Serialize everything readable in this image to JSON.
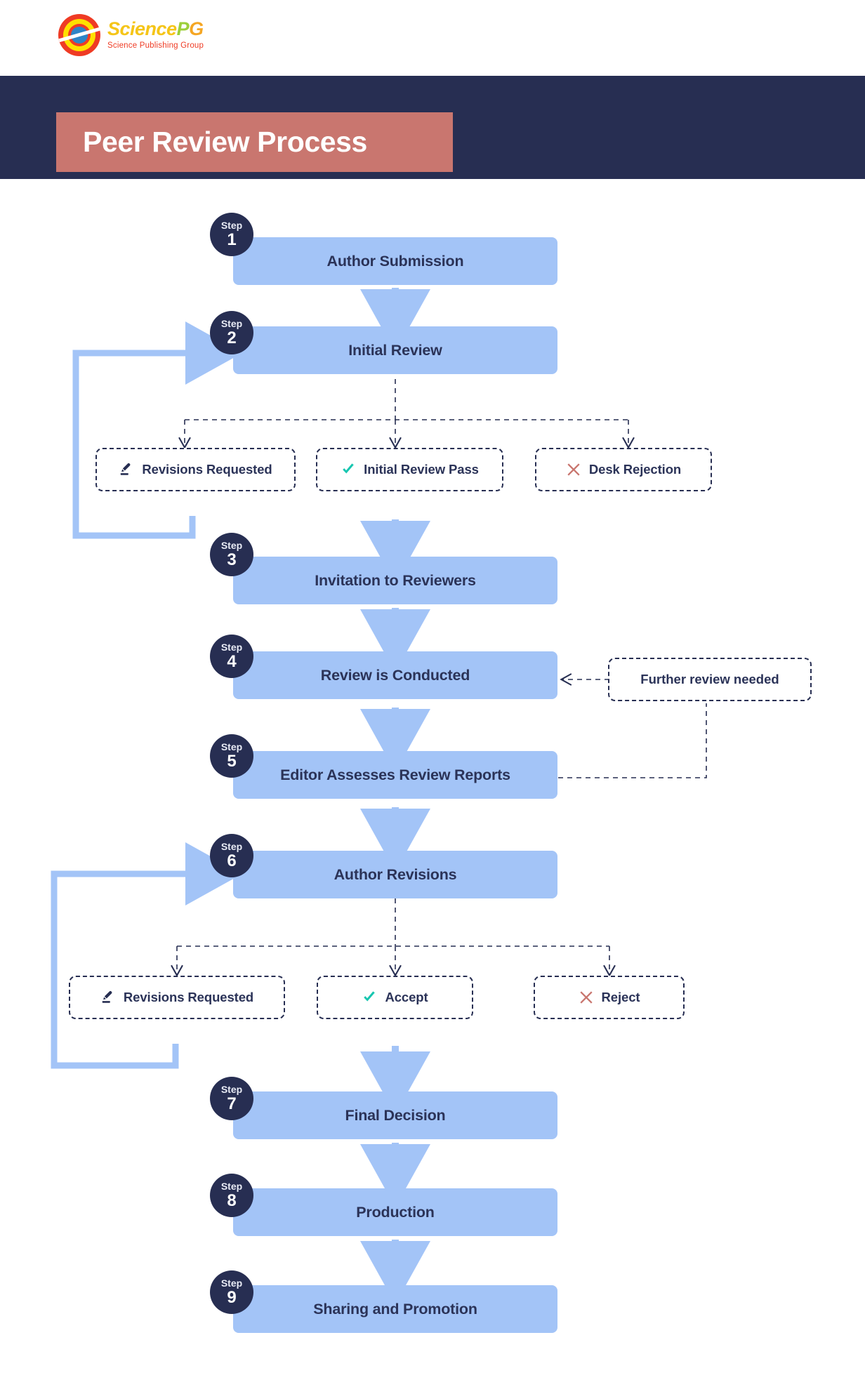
{
  "brand": {
    "name_part1": "Science",
    "name_part2": "P",
    "name_part3": "G",
    "tagline": "Science Publishing Group",
    "logo_icon": "sciencepg-target-logo",
    "colors": {
      "logo_red": "#ef3b24",
      "logo_yellow": "#ffe000",
      "logo_blue": "#2f84c6"
    }
  },
  "header": {
    "title": "Peer Review Process",
    "band_color": "#272e52",
    "chip_color": "#c9766f"
  },
  "theme": {
    "node_fill": "#a3c4f7",
    "node_text": "#2b3358",
    "badge_fill": "#272e52",
    "arrow_blue": "#a3c4f7",
    "dashed_stroke": "#272e52",
    "accept_green": "#17c6b0",
    "reject_red": "#c9766f"
  },
  "flow": {
    "step_word": "Step",
    "steps": [
      {
        "number": "1",
        "label": "Author Submission"
      },
      {
        "number": "2",
        "label": "Initial Review"
      },
      {
        "number": "3",
        "label": "Invitation to Reviewers"
      },
      {
        "number": "4",
        "label": "Review is Conducted"
      },
      {
        "number": "5",
        "label": "Editor Assesses Review Reports"
      },
      {
        "number": "6",
        "label": "Author Revisions"
      },
      {
        "number": "7",
        "label": "Final Decision"
      },
      {
        "number": "8",
        "label": "Production"
      },
      {
        "number": "9",
        "label": "Sharing and Promotion"
      }
    ],
    "decision_row_1": [
      {
        "label": "Revisions Requested",
        "icon": "pencil-icon"
      },
      {
        "label": "Initial Review Pass",
        "icon": "check-icon"
      },
      {
        "label": "Desk Rejection",
        "icon": "cross-icon"
      }
    ],
    "decision_row_2": [
      {
        "label": "Revisions Requested",
        "icon": "pencil-icon"
      },
      {
        "label": "Accept",
        "icon": "check-icon"
      },
      {
        "label": "Reject",
        "icon": "cross-icon"
      }
    ],
    "side_note": {
      "label": "Further review needed"
    }
  }
}
